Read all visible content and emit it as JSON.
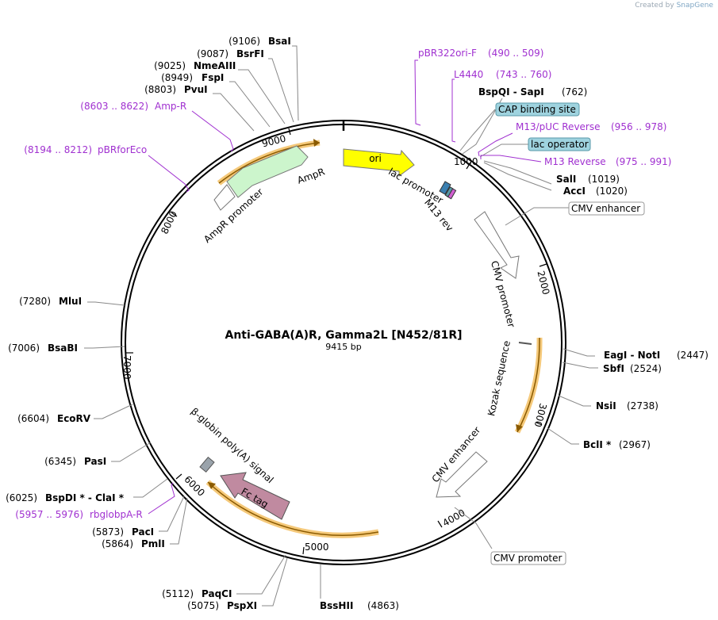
{
  "credit": {
    "prefix": "Created by",
    "brand": "SnapGene"
  },
  "plasmid": {
    "name": "Anti-GABA(A)R, Gamma2L [N452/81R]",
    "size": "9415 bp"
  },
  "ruler": [
    "1000",
    "2000",
    "3000",
    "4000",
    "5000",
    "6000",
    "7000",
    "8000",
    "9000"
  ],
  "enzymes": [
    {
      "pos": "(9106)",
      "name": "BsaI"
    },
    {
      "pos": "(9087)",
      "name": "BsrFI"
    },
    {
      "pos": "(9025)",
      "name": "NmeAIII"
    },
    {
      "pos": "(8949)",
      "name": "FspI"
    },
    {
      "pos": "(8803)",
      "name": "PvuI"
    },
    {
      "pos": "(762)",
      "name": "BspQI - SapI"
    },
    {
      "pos": "(1019)",
      "name": "SalI"
    },
    {
      "pos": "(1020)",
      "name": "AccI"
    },
    {
      "pos": "(2447)",
      "name": "EagI - NotI"
    },
    {
      "pos": "(2524)",
      "name": "SbfI"
    },
    {
      "pos": "(2738)",
      "name": "NsiI"
    },
    {
      "pos": "(2967)",
      "name": "BclI *"
    },
    {
      "pos": "(7280)",
      "name": "MluI"
    },
    {
      "pos": "(7006)",
      "name": "BsaBI"
    },
    {
      "pos": "(6604)",
      "name": "EcoRV"
    },
    {
      "pos": "(6345)",
      "name": "PasI"
    },
    {
      "pos": "(6025)",
      "name": "BspDI * - ClaI *"
    },
    {
      "pos": "(5873)",
      "name": "PacI"
    },
    {
      "pos": "(5864)",
      "name": "PmlI"
    },
    {
      "pos": "(5112)",
      "name": "PaqCI"
    },
    {
      "pos": "(5075)",
      "name": "PspXI"
    },
    {
      "pos": "(4863)",
      "name": "BssHII"
    }
  ],
  "primers": [
    {
      "name": "pBR322ori-F",
      "range": "(490 .. 509)"
    },
    {
      "name": "L4440",
      "range": "(743 .. 760)"
    },
    {
      "name": "M13/pUC Reverse",
      "range": "(956 .. 978)"
    },
    {
      "name": "M13 Reverse",
      "range": "(975 .. 991)"
    },
    {
      "name": "Amp-R",
      "range": "(8603 .. 8622)"
    },
    {
      "name": "pBRforEco",
      "range": "(8194 .. 8212)"
    },
    {
      "name": "rbglobpA-R",
      "range": "(5957 .. 5976)"
    }
  ],
  "features": {
    "ori": "ori",
    "lac_promoter": "lac promoter",
    "m13_rev": "M13 rev",
    "cap_site": "CAP binding site",
    "lac_operator": "lac operator",
    "cmv_enhancer_box": "CMV enhancer",
    "cmv_promoter_arc": "CMV promoter",
    "kozak": "Kozak sequence",
    "cmv_enhancer_arc": "CMV enhancer",
    "cmv_promoter_box": "CMV promoter",
    "betaglobin": "β-globin poly(A) signal",
    "fc_tag": "Fc tag",
    "ampr": "AmpR",
    "ampr_promoter": "AmpR promoter"
  },
  "colors": {
    "ori": "#ffff00",
    "ampr": "#ccf5cc",
    "fc_tag": "#c08aa0",
    "cap_box": "#9fd3df",
    "primer": "#a030d0",
    "orf_highlight": "#f5c97a",
    "orf_line": "#8a5a00"
  }
}
